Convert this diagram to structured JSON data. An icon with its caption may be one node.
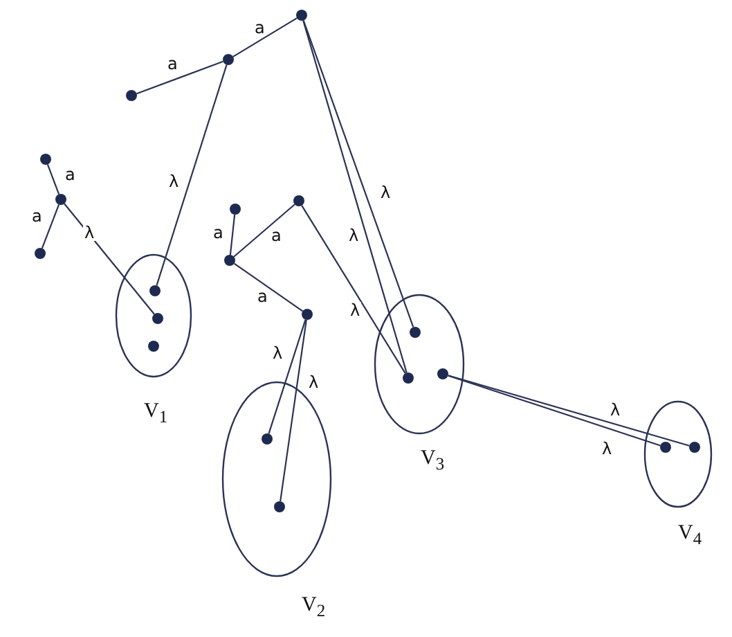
{
  "diagram": {
    "nodes": [
      {
        "text": [],
        "shape": "circle"
      },
      {
        "text": [],
        "shape": "circle"
      },
      {
        "text": [],
        "shape": "circle"
      },
      {
        "text": [],
        "shape": "circle"
      },
      {
        "text": [],
        "shape": "circle"
      },
      {
        "text": [],
        "shape": "circle"
      },
      {
        "text": [],
        "shape": "circle"
      },
      {
        "text": [],
        "shape": "circle"
      },
      {
        "text": [],
        "shape": "circle"
      },
      {
        "text": [
          "V$_{1}$"
        ]
      },
      {
        "text": [],
        "shape": "circle",
        "in": 9
      },
      {
        "text": [],
        "shape": "circle",
        "in": 9
      },
      {
        "text": [],
        "shape": "circle",
        "in": 9
      },
      {
        "text": [],
        "shape": "circle"
      },
      {
        "text": [
          "V$_{3}$"
        ]
      },
      {
        "text": [],
        "shape": "circle",
        "in": 14
      },
      {
        "text": [],
        "shape": "circle",
        "in": 14
      },
      {
        "text": [],
        "shape": "circle",
        "in": 14
      },
      {
        "text": [
          "V$_{2}$"
        ]
      },
      {
        "text": [],
        "shape": "circle",
        "in": 18
      },
      {
        "text": [],
        "shape": "circle",
        "in": 18
      },
      {
        "text": [
          "V$_{4}$"
        ]
      },
      {
        "text": [],
        "shape": "circle",
        "in": 21
      },
      {
        "text": [],
        "shape": "circle",
        "in": 21
      }
    ],
    "edges": [
      {
        "from": 2,
        "to": 1,
        "arrow": "none",
        "label": "a"
      },
      {
        "from": 1,
        "to": 0,
        "arrow": "none",
        "label": "a"
      },
      {
        "from": 1,
        "to": 10,
        "arrow": "none",
        "label": "λ"
      },
      {
        "from": 0,
        "to": 15,
        "arrow": "none",
        "label": "λ"
      },
      {
        "from": 0,
        "to": 17,
        "arrow": "none",
        "label": "λ"
      },
      {
        "from": 3,
        "to": 4,
        "arrow": "none",
        "label": "a"
      },
      {
        "from": 4,
        "to": 7,
        "arrow": "none",
        "label": "a"
      },
      {
        "from": 4,
        "to": 11,
        "arrow": "none",
        "label": "λ"
      },
      {
        "from": 8,
        "to": 6,
        "arrow": "none",
        "label": "a"
      },
      {
        "from": 8,
        "to": 5,
        "arrow": "none",
        "label": "a"
      },
      {
        "from": 8,
        "to": 13,
        "arrow": "none",
        "label": "a"
      },
      {
        "from": 5,
        "to": 17,
        "arrow": "none",
        "label": "λ"
      },
      {
        "from": 13,
        "to": 19,
        "arrow": "none",
        "label": "λ"
      },
      {
        "from": 13,
        "to": 20,
        "arrow": "none",
        "label": "λ"
      },
      {
        "from": 16,
        "to": 22,
        "arrow": "none",
        "label": "λ"
      },
      {
        "from": 16,
        "to": 23,
        "arrow": "none",
        "label": "λ"
      }
    ]
  }
}
